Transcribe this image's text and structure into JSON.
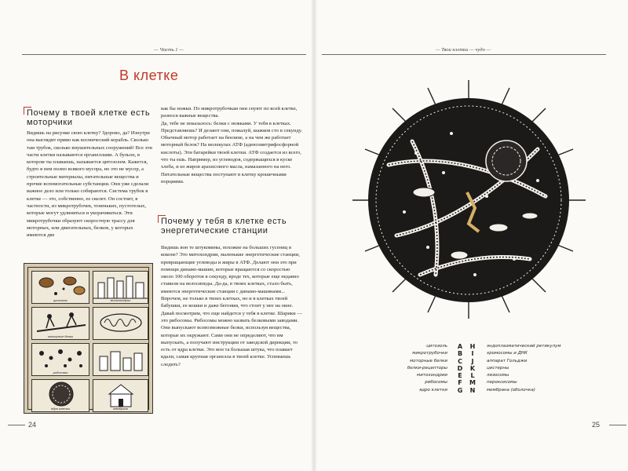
{
  "left_page": {
    "running_head": "— Часть 1 —",
    "chapter_title": "В клетке",
    "heading_1": "Почему в твоей клетке есть моторчики",
    "column_a": [
      "Видишь на рисунке свою клетку? Здорово, да? Изнутри она выглядит прямо как космический корабль. Сколько там трубок, сколько внушительных сооружений! Все эти части клетки называются органеллами. А бульон, в котором ты плаваешь, называется цитозолем. Кажется, будто в нем полно всякого мусора, но это не мусор, а строительные материалы, питательные вещества и прочие вспомогательные субстанции. Они уже сделали важное дело или только собираются. Система трубок в клетке — это, собственно, ее скелет. Он состоит, в частности, из микротрубочек, тоненьких, пустотелых, которые могут удлиняться и укорачиваться. Эти микротрубочки образуют скоростную трассу для моторных, или двигательных, белков, у которых имеются две"
    ],
    "page_number": "24",
    "illustration_labels": [
      "цитозоль",
      "митохондрии",
      "моторные белки",
      "рибосомы",
      "ядро клетки",
      "мембрана"
    ]
  },
  "middle_column": {
    "top_text": [
      "как бы ножки. По микротрубочкам они снуют по всей клетке, разнося важные вещества.",
      "Да, тебе не показалось: белки с ножками. У тебя в клетках. Представляешь? И делают они, пожалуй, шажков сто в секунду. Обычный мотор работает на бензине, а на чем же работает моторный белок? На молекулах АТФ (аденозинтрифосфорной кислоты). Эти батарейки твоей клетки. АТФ создается из всего, что ты ешь. Например, из углеводов, содержащихся в куске хлеба, и из жиров арахисового масла, намазанного на него. Питательные вещества поступают в клетку крошечными порциями."
    ],
    "heading_2": "Почему у тебя в клетке есть энергетические станции",
    "bottom_text": [
      "Видишь вон те штуковины, похожие на больших гусениц в коконе? Это митохондрии, маленькие энергетические станции, превращающие углеводы и жиры в АТФ. Делают они это при помощи динамо-машин, которые вращаются со скоростью около 100 оборотов в секунду, вроде тех, которые еще недавно ставили на велосипеды. Да-да, в твоих клетках, стало быть, имеются энергетические станции с динамо-машинами... Впрочем, не только в твоих клетках, но и в клетках твоей бабушки, ее кошки и даже бегонии, что стоит у нее на окне.",
      "Давай посмотрим, что еще найдется у тебя в клетке. Шарики — это рибосомы. Рибосомы можно назвать белковыми заводами. Они выпускают всевозможные белки, используя вещества, которые их окружают. Сами они не определяют, что им выпускать, а получают инструкции от заводской дирекции, то есть от ядра клетки. Это вон та большая штука, что плавает вдали, самая крупная органелла в твоей клетке. Успеваешь следить?"
    ]
  },
  "right_page": {
    "running_head": "— Твои клетки — чудо —",
    "page_number": "25",
    "legend_left": [
      "цитозоль",
      "микротрубочки",
      "моторные белки",
      "белки-рецепторы",
      "митохондрии",
      "рибосомы",
      "ядро клетки"
    ],
    "letters_a": [
      "A",
      "B",
      "C",
      "D",
      "E",
      "F",
      "G"
    ],
    "letters_b": [
      "H",
      "I",
      "J",
      "K",
      "L",
      "M",
      "N"
    ],
    "legend_right": [
      "эндоплазматический ретикулум",
      "хромосомы и ДНК",
      "аппарат Гольджи",
      "цистерны",
      "лизосомы",
      "пероксисомы",
      "мембрана (оболочка)"
    ]
  },
  "colors": {
    "accent_red": "#c0392b",
    "paper": "#fbfaf7",
    "ink": "#231f20",
    "illustration_bg": "#d6c9ad"
  }
}
